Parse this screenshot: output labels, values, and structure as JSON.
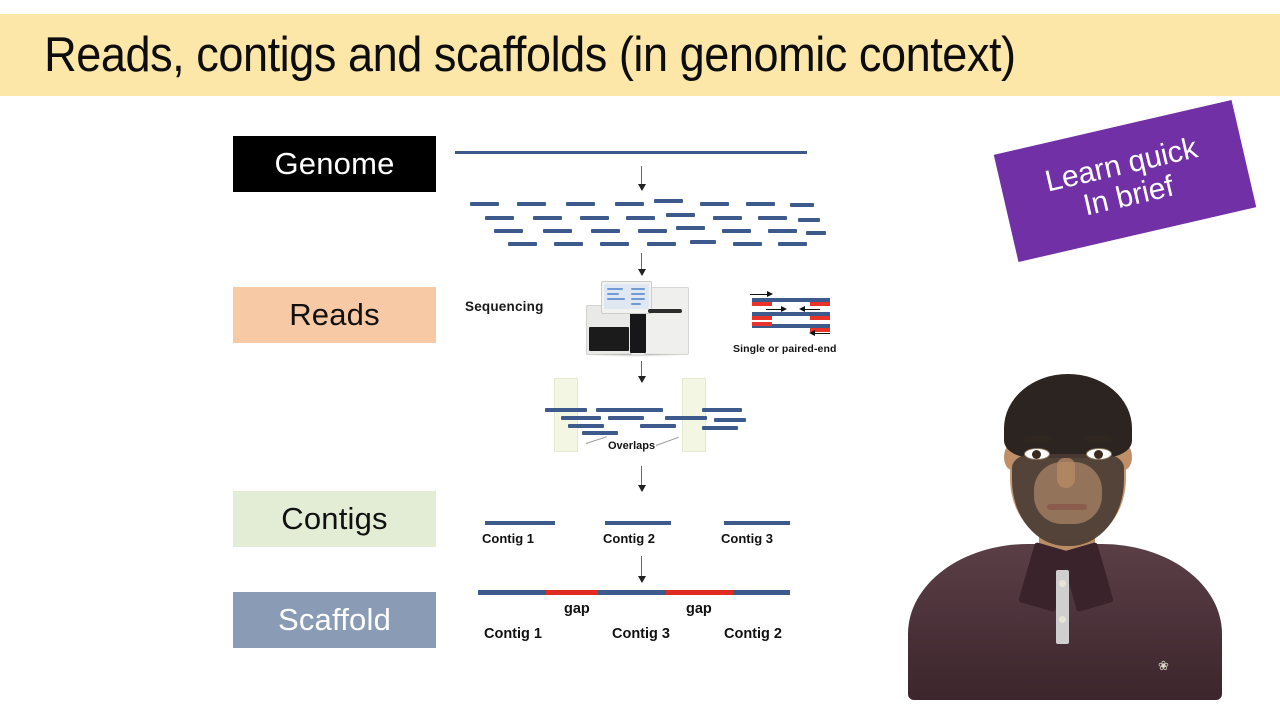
{
  "slide": {
    "title": "Reads, contigs and scaffolds (in genomic context)",
    "banner_color": "#FCE7A8",
    "background_color": "#FFFFFF"
  },
  "stage_labels": [
    {
      "id": "genome",
      "label": "Genome",
      "bg": "#000000",
      "fg": "#FFFFFF"
    },
    {
      "id": "reads",
      "label": "Reads",
      "bg": "#F7C9A5",
      "fg": "#111111"
    },
    {
      "id": "contigs",
      "label": "Contigs",
      "bg": "#E3EDD5",
      "fg": "#111111"
    },
    {
      "id": "scaffold",
      "label": "Scaffold",
      "bg": "#8A9CB5",
      "fg": "#FFFFFF"
    }
  ],
  "diagram": {
    "sequencing_label": "Sequencing",
    "paired_end_caption": "Single or paired-end",
    "overlaps_label": "Overlaps",
    "gap_label_1": "gap",
    "gap_label_2": "gap",
    "contig_line_color": "#3C5A8C",
    "gap_color": "#E02B20",
    "highlight_color": "#F4F6E4",
    "contigs": [
      {
        "label": "Contig 1"
      },
      {
        "label": "Contig 2"
      },
      {
        "label": "Contig 3"
      }
    ],
    "scaffold_contigs": [
      {
        "label": "Contig 1"
      },
      {
        "label": "Contig 3"
      },
      {
        "label": "Contig 2"
      }
    ]
  },
  "badge": {
    "line1": "Learn quick",
    "line2": "In brief",
    "color": "#7130A6",
    "text_color": "#FFFFFF"
  },
  "presenter": {
    "shirt_color": "#4E3039"
  }
}
